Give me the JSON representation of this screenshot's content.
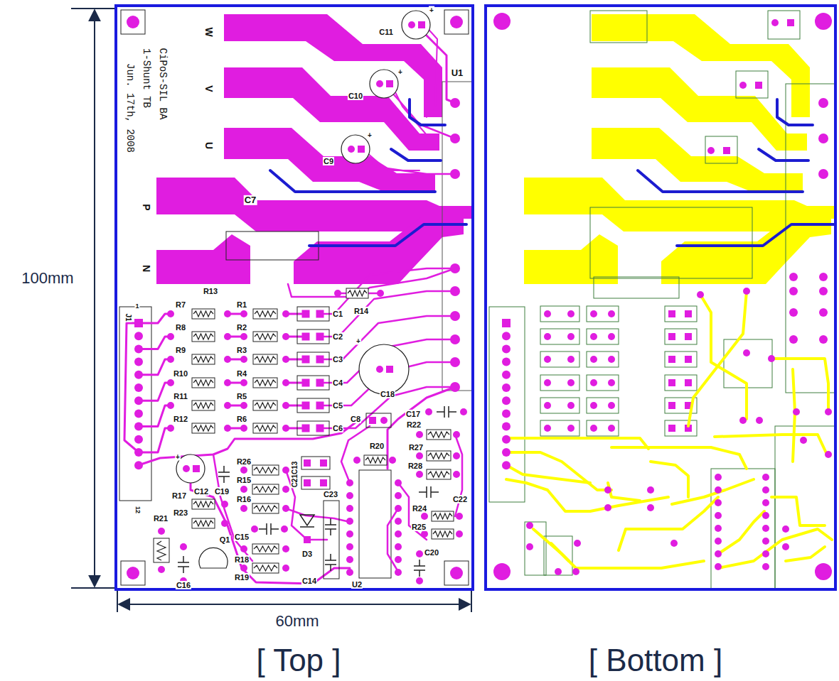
{
  "diagram": {
    "labels": [
      "100mm",
      "60mm",
      "[ Top ]",
      "[ Bottom ]",
      "CiPoS-SIL BA",
      "1-Shunt TB",
      "Jun. 17th, 2008",
      "W",
      "V",
      "U",
      "P",
      "N",
      "C7",
      "C11",
      "+",
      "C10",
      "+",
      "C9",
      "+",
      "U1",
      "R13",
      "R14",
      "J1",
      "1",
      "R7",
      "R1",
      "C1",
      "R8",
      "R2",
      "C2",
      "R9",
      "R3",
      "C3",
      "R10",
      "R4",
      "C4",
      "R11",
      "R5",
      "C5",
      "R12",
      "R6",
      "C6",
      "C18",
      "+",
      "C8",
      "C17",
      "R22",
      "R20",
      "R27",
      "R28",
      "C22",
      "R26",
      "R15",
      "R16",
      "C21C13",
      "C23",
      "+",
      "R17",
      "C12",
      "C19",
      "R23",
      "R21",
      "C15",
      "Q1",
      "D3",
      "R24",
      "R25",
      "R18",
      "R19",
      "C14",
      "U2",
      "C20",
      "C16",
      "12"
    ]
  }
}
